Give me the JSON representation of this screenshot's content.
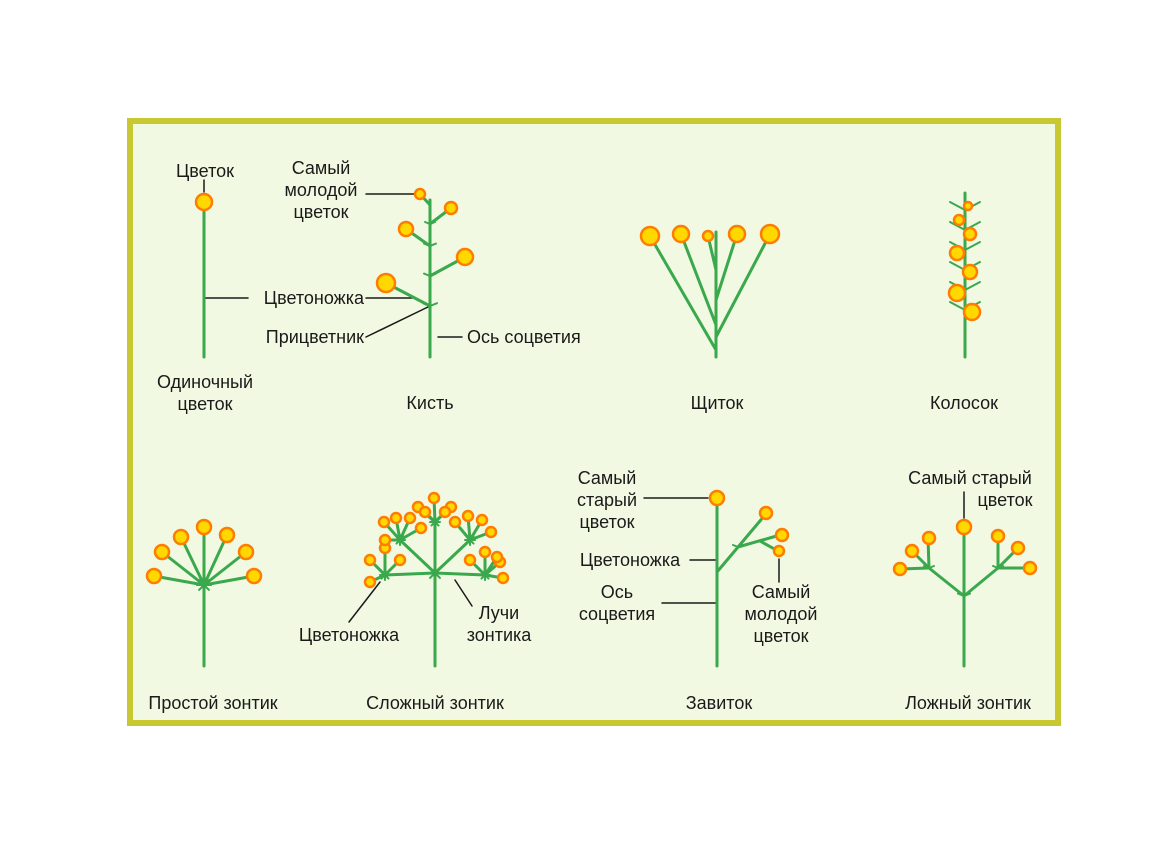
{
  "colors": {
    "stem": "#3aa84c",
    "flower_fill": "#ffd800",
    "flower_ring": "#ff7c00",
    "border": "#c8c832",
    "background": "#f2f9e2",
    "leader": "#1a1a1a"
  },
  "panels": {
    "single": {
      "caption": [
        "Одиночный",
        "цветок"
      ],
      "label_flower": "Цветок",
      "label_pedicel": "Цветоножка",
      "label_bract": "Прицветник"
    },
    "raceme": {
      "caption": "Кисть",
      "label_youngest": [
        "Самый",
        "молодой",
        "цветок"
      ],
      "label_axis": "Ось соцветия"
    },
    "corymb": {
      "caption": "Щиток"
    },
    "spikelet": {
      "caption": "Колосок"
    },
    "simple_umbel": {
      "caption": "Простой зонтик"
    },
    "compound_umbel": {
      "caption": "Сложный зонтик",
      "label_pedicel": "Цветоножка",
      "label_rays": [
        "Лучи",
        "зонтика"
      ]
    },
    "cincinnus": {
      "caption": "Завиток",
      "label_oldest": [
        "Самый",
        "старый",
        "цветок"
      ],
      "label_pedicel": "Цветоножка",
      "label_axis": [
        "Ось",
        "соцветия"
      ],
      "label_youngest": [
        "Самый",
        "молодой",
        "цветок"
      ]
    },
    "false_umbel": {
      "caption": "Ложный зонтик",
      "label_oldest": [
        "Самый старый",
        "цветок"
      ]
    }
  }
}
